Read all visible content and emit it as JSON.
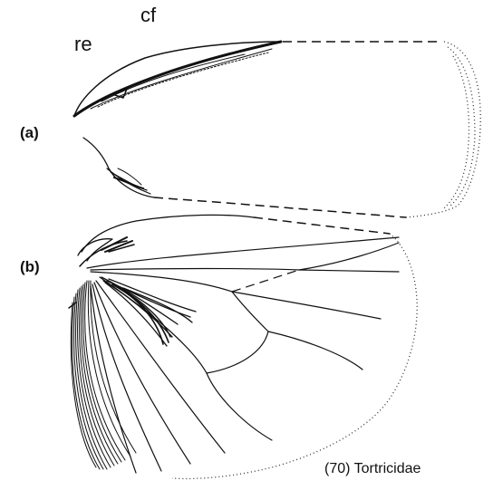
{
  "labels": {
    "re": "re",
    "cf": "cf",
    "panel_a": "(a)",
    "panel_b": "(b)",
    "caption": "(70) Tortricidae"
  },
  "colors": {
    "ink": "#111111",
    "background": "#ffffff"
  }
}
